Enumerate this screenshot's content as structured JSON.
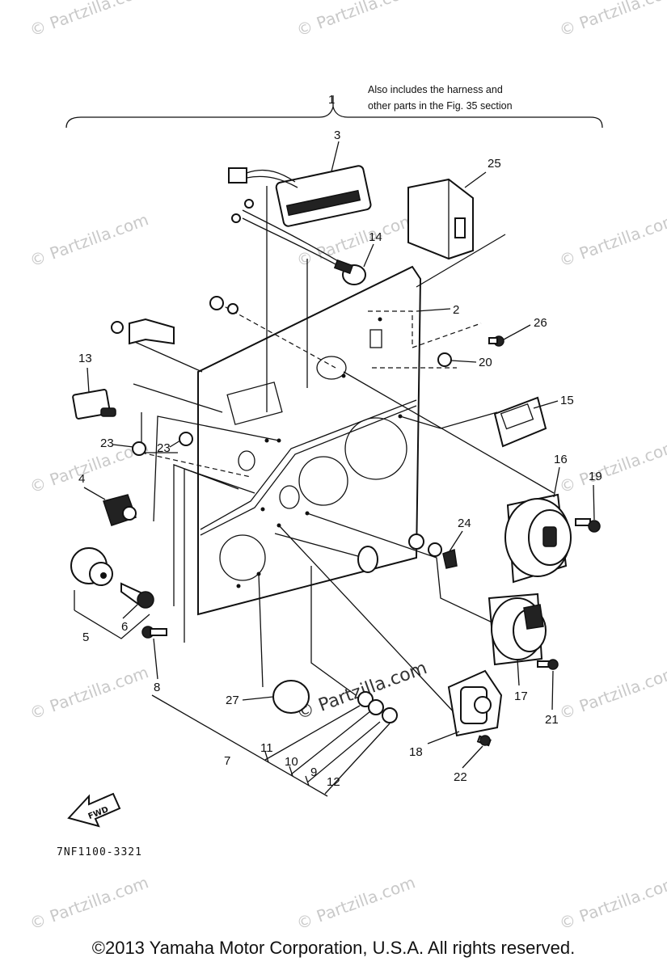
{
  "note": {
    "line1": "Also includes the harness and",
    "line2": "other parts in the Fig. 35 section"
  },
  "callouts": {
    "c1": "1",
    "c2": "2",
    "c3": "3",
    "c4": "4",
    "c5": "5",
    "c6": "6",
    "c7": "7",
    "c8": "8",
    "c9": "9",
    "c10": "10",
    "c11": "11",
    "c12": "12",
    "c13": "13",
    "c14": "14",
    "c15": "15",
    "c16": "16",
    "c17": "17",
    "c18": "18",
    "c19": "19",
    "c20": "20",
    "c21": "21",
    "c22": "22",
    "c23a": "23",
    "c23b": "23",
    "c24": "24",
    "c25": "25",
    "c26": "26",
    "c27": "27"
  },
  "fwd_label": "FWD",
  "drawing_code": "7NF1100-3321",
  "watermark": "© Partzilla.com",
  "copyright": "©2013  Yamaha Motor Corporation, U.S.A. All rights reserved."
}
